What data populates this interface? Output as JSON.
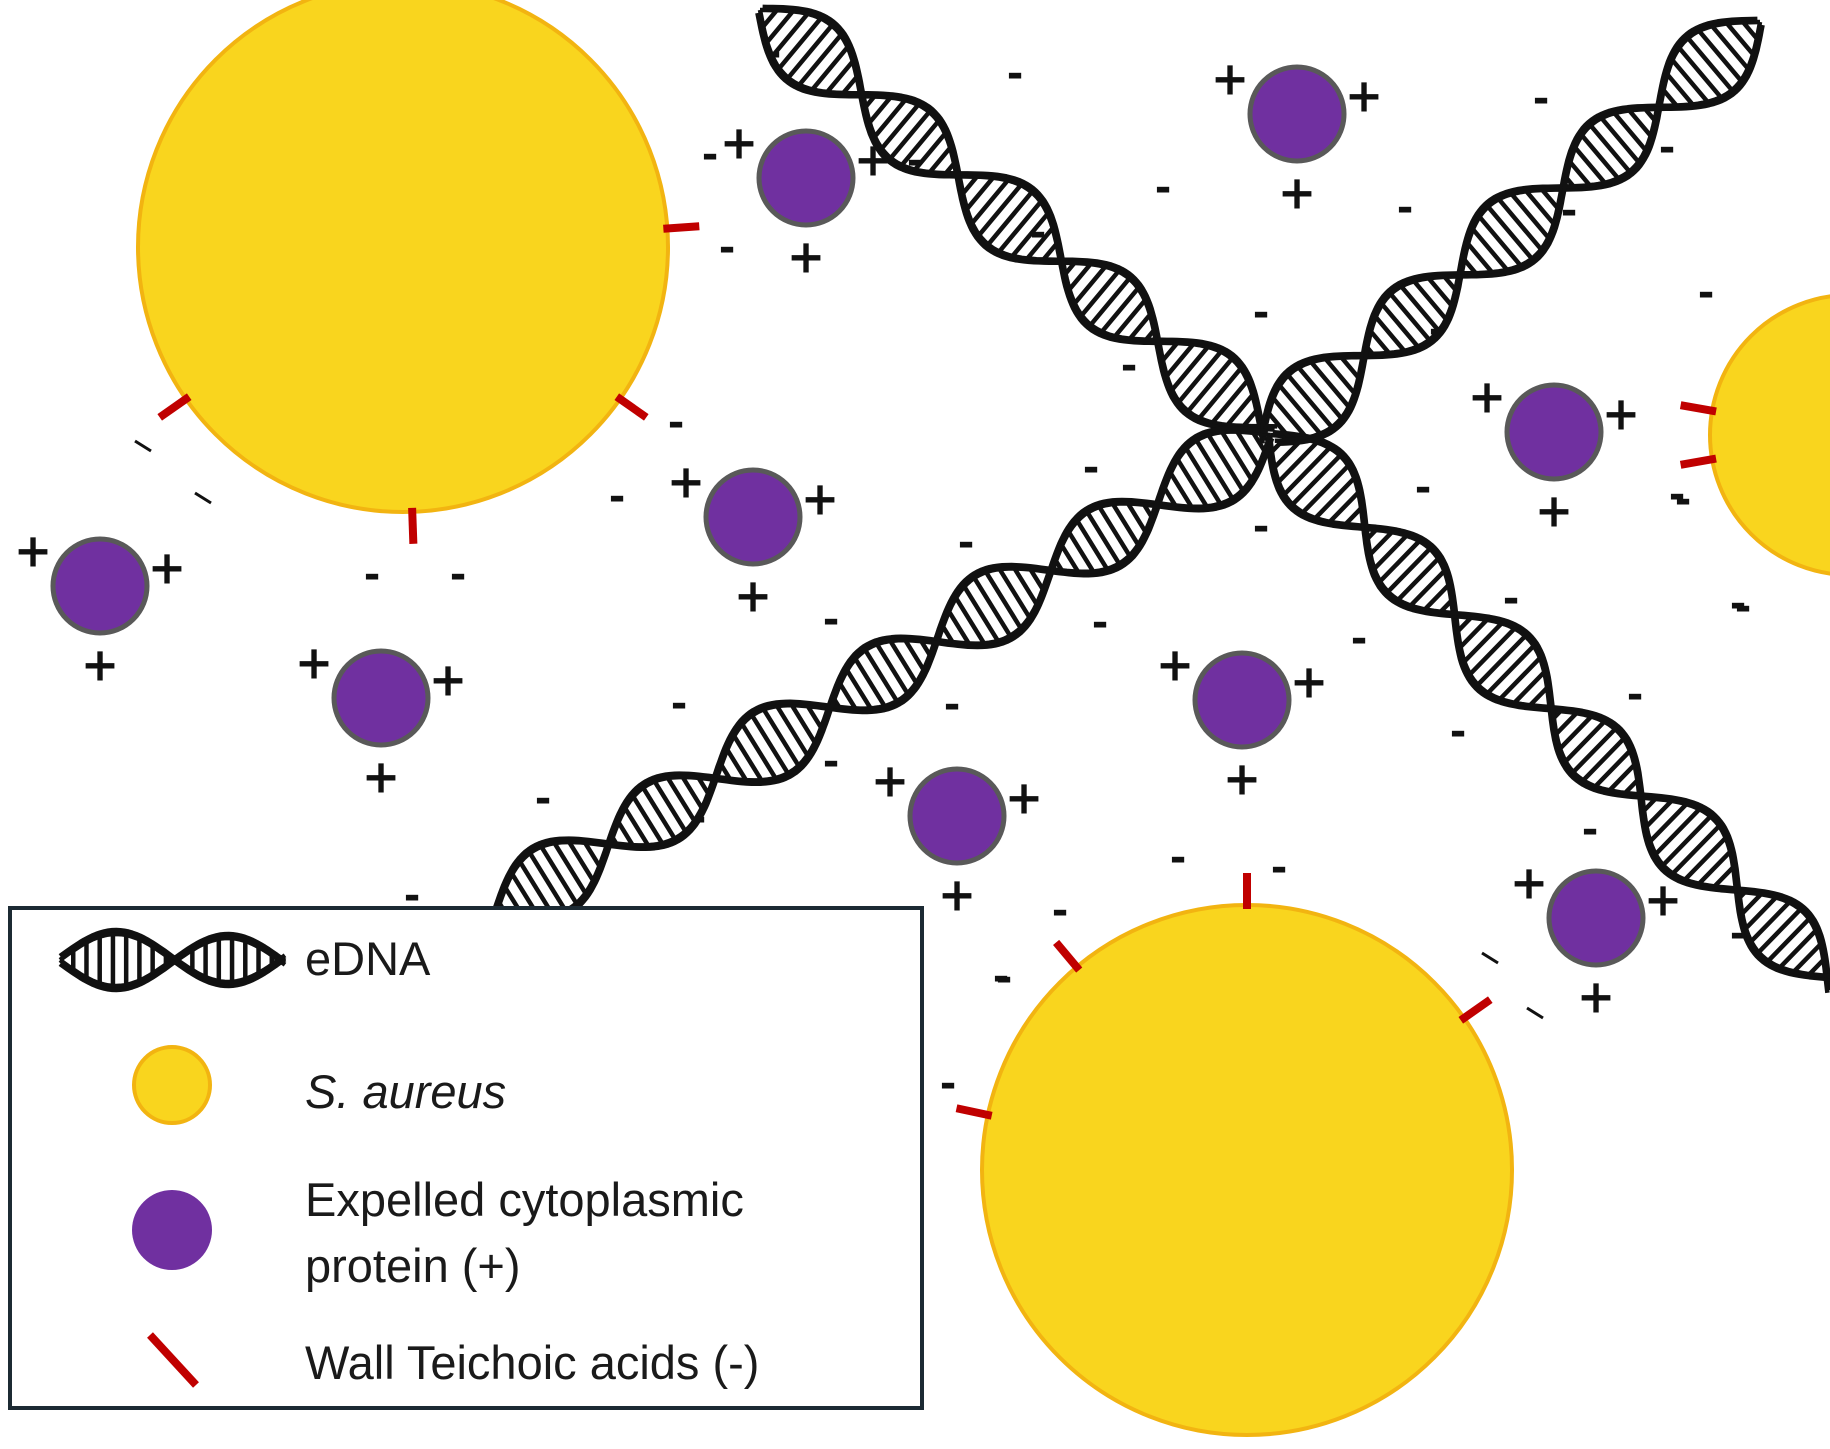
{
  "colors": {
    "background": "#ffffff",
    "bacterium_fill": "#f9d51e",
    "bacterium_stroke": "#f2b411",
    "protein_fill": "#7030a0",
    "protein_stroke": "#595959",
    "teichoic_acid": "#c00000",
    "dna": "#111111",
    "legend_border": "#1c2a33"
  },
  "signs": {
    "positive": "+",
    "negative": "-"
  },
  "legend": {
    "items": [
      {
        "icon": "dna-helix-icon",
        "label": "eDNA",
        "italic": false
      },
      {
        "icon": "bacterium-icon",
        "label": "S. aureus",
        "italic": true
      },
      {
        "icon": "protein-icon",
        "label_line1": "Expelled cytoplasmic",
        "label_line2": "protein (+)",
        "italic": false
      },
      {
        "icon": "teichoic-acid-icon",
        "label": "Wall Teichoic acids (-)",
        "italic": false
      }
    ]
  }
}
